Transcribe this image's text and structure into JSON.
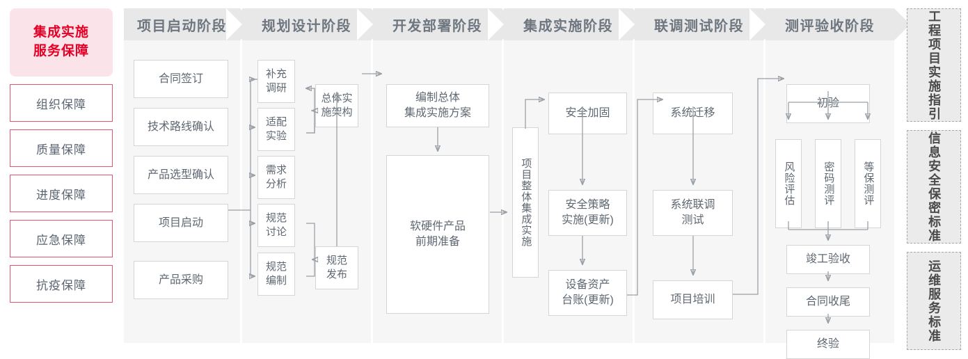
{
  "left_panel": {
    "title_lines": [
      "集成实施",
      "服务保障"
    ],
    "title_color": "#e60026",
    "title_bg": "#fbe4e9",
    "guarantees": [
      {
        "label": "组织保障"
      },
      {
        "label": "质量保障"
      },
      {
        "label": "进度保障"
      },
      {
        "label": "应急保障"
      },
      {
        "label": "抗疫保障"
      }
    ]
  },
  "phases": [
    {
      "header": "项目启动阶段",
      "nodes": [
        {
          "label": "合同签订"
        },
        {
          "label": "技术路线确认"
        },
        {
          "label": "产品选型确认"
        },
        {
          "label": "项目启动"
        },
        {
          "label": "产品采购"
        }
      ]
    },
    {
      "header": "规划设计阶段",
      "nodes": [
        {
          "label": "补充\n调研"
        },
        {
          "label": "适配\n实验"
        },
        {
          "label": "需求\n分析"
        },
        {
          "label": "规范\n讨论"
        },
        {
          "label": "规范\n编制"
        },
        {
          "label": "总体实\n施架构"
        },
        {
          "label": "规范\n发布"
        }
      ]
    },
    {
      "header": "开发部署阶段",
      "nodes": [
        {
          "label": "编制总体\n集成实施方案"
        },
        {
          "label": "软硬件产品\n前期准备"
        }
      ]
    },
    {
      "header": "集成实施阶段",
      "nodes": [
        {
          "label": "项目整体集成实施"
        },
        {
          "label": "安全加固"
        },
        {
          "label": "安全策略\n实施(更新)"
        },
        {
          "label": "设备资产\n台账(更新)"
        }
      ]
    },
    {
      "header": "联调测试阶段",
      "nodes": [
        {
          "label": "系统迁移"
        },
        {
          "label": "系统联调\n测试"
        },
        {
          "label": "项目培训"
        }
      ]
    },
    {
      "header": "测评验收阶段",
      "nodes": [
        {
          "label": "初验"
        },
        {
          "label": "风险评估"
        },
        {
          "label": "密码测评"
        },
        {
          "label": "等保测评"
        },
        {
          "label": "竣工验收"
        },
        {
          "label": "合同收尾"
        },
        {
          "label": "终验"
        }
      ]
    }
  ],
  "standards": [
    {
      "label": "工程项目实施指引"
    },
    {
      "label": "信息安全保密标准"
    },
    {
      "label": "运维服务标准"
    }
  ],
  "colors": {
    "accent_red": "#e60026",
    "header_gray": "#e8e8e8",
    "column_gray": "#f6f6f6",
    "node_border": "#d5d5d5",
    "wire": "#9aa0a6",
    "text": "#5f6872"
  }
}
